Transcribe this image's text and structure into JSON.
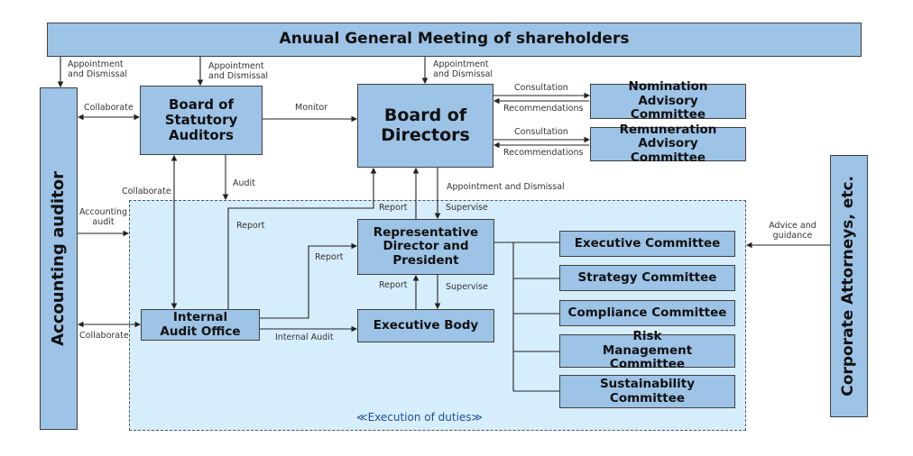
{
  "title": "Anuual General Meeting of shareholders",
  "boxes": {
    "accounting_auditor": "Accounting auditor",
    "statutory_auditors": "Board of Statutory Auditors",
    "board_of_directors": "Board of Directors",
    "nomination": "Nomination Advisory Committee",
    "remuneration": "Remuneration Advisory Committee",
    "attorneys": "Corporate Attorneys, etc.",
    "rep_director": "Representative Director and President",
    "internal_audit": "Internal Audit Office",
    "executive_body": "Executive Body",
    "committees": [
      "Executive Committee",
      "Strategy Committee",
      "Compliance Committee",
      "Risk Management Committee",
      "Sustainability Committee"
    ]
  },
  "area_label": "≪Execution of duties≫",
  "labels": {
    "appt1": "Appointment and Dismissal",
    "appt2": "Appointment and Dismissal",
    "appt3": "Appointment and Dismissal",
    "collab1": "Collaborate",
    "monitor": "Monitor",
    "consult1": "Consultation",
    "recommend1": "Recommendations",
    "consult2": "Consultation",
    "recommend2": "Recommendations",
    "audit": "Audit",
    "collab2": "Collaborate",
    "appt4": "Appointment and Dismissal",
    "report1": "Report",
    "report2": "Report",
    "supervise1": "Supervise",
    "accounting_audit": "Accounting audit",
    "report3": "Report",
    "report4": "Report",
    "supervise2": "Supervise",
    "collab3": "Collaborate",
    "internal_audit": "Internal Audit",
    "advice": "Advice and guidance"
  },
  "colors": {
    "box": "#9dc3e6",
    "area": "#d6eefc",
    "border": "#404040"
  }
}
